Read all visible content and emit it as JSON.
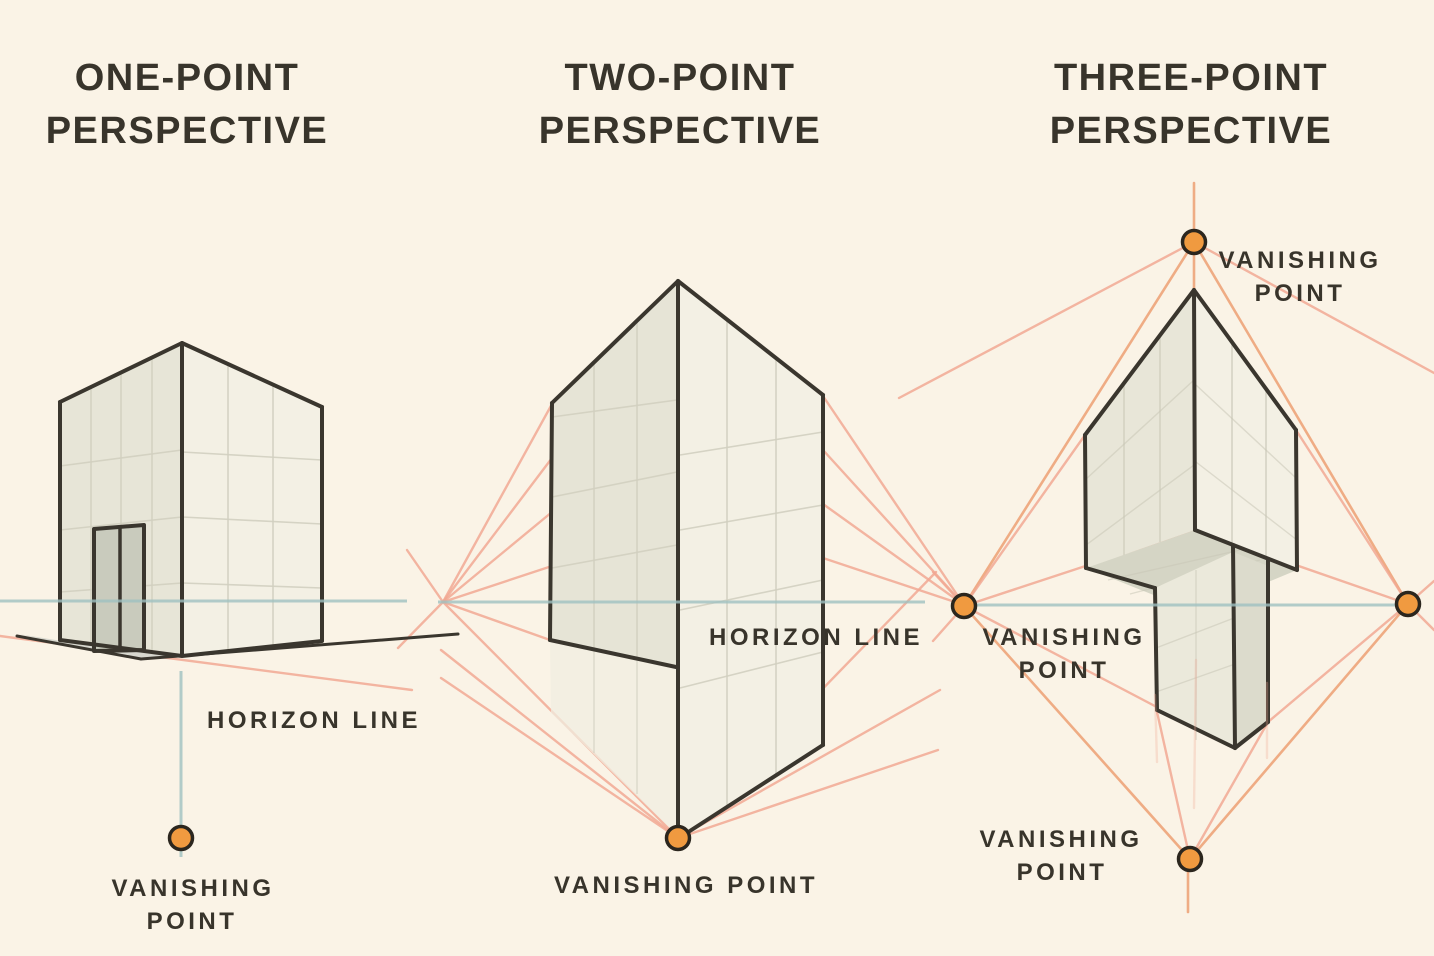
{
  "figure": {
    "description": "Comparison diagram of one-point, two-point and three-point perspective drawing",
    "background_color": "#faf3e6",
    "colors": {
      "title_text": "#38342b",
      "label_text": "#3b372e",
      "building_outline": "#3a362e",
      "building_face_light": "#f3f0e4",
      "building_face_shaded": "#e7e5d7",
      "building_underside": "#d5d5c5",
      "perspective_line": "#f1a893",
      "horizon_line": "#9fc0c0",
      "vanishing_point_fill": "#f09a40",
      "vanishing_point_stroke": "#2b261e"
    },
    "panels": [
      {
        "id": "one-point-perspective",
        "title_line1": "ONE-POINT",
        "title_line2": "PERSPECTIVE",
        "horizon_label": "HORIZON LINE",
        "vanishing_label_line1": "VANISHING",
        "vanishing_label_line2": "POINT",
        "num_vanishing_points": 1
      },
      {
        "id": "two-point-perspective",
        "title_line1": "TWO-POINT",
        "title_line2": "PERSPECTIVE",
        "horizon_label": "HORIZON LINE",
        "vanishing_label": "VANISHING POINT",
        "num_vanishing_points": 2
      },
      {
        "id": "three-point-perspective",
        "title_line1": "THREE-POINT",
        "title_line2": "PERSPECTIVE",
        "vanishing_top_line1": "VANISHING",
        "vanishing_top_line2": "POINT",
        "vanishing_left_line1": "VANISHING",
        "vanishing_left_line2": "POINT",
        "vanishing_bottom_line1": "VANISHING",
        "vanishing_bottom_line2": "POINT",
        "num_vanishing_points": 3
      }
    ]
  }
}
